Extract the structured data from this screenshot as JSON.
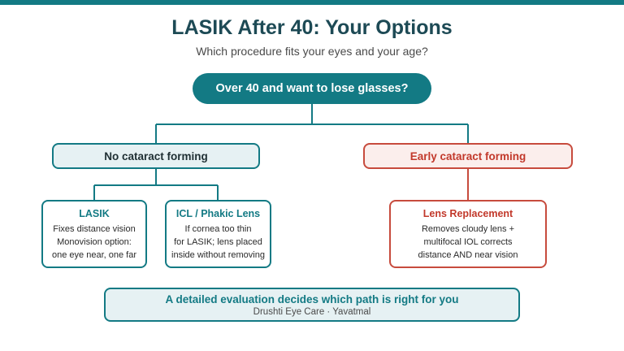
{
  "header": {
    "title": "LASIK After 40: Your Options",
    "subtitle": "Which procedure fits your eyes and your age?"
  },
  "root_question": "Over 40 and want to lose glasses?",
  "branches": [
    {
      "label": "No cataract forming",
      "options": [
        {
          "title": "LASIK",
          "lines": [
            "Fixes distance vision",
            "Monovision option:",
            "one eye near, one far"
          ]
        },
        {
          "title": "ICL / Phakic Lens",
          "lines": [
            "If cornea too thin",
            "for LASIK; lens placed",
            "inside without removing"
          ]
        }
      ]
    },
    {
      "label": "Early cataract forming",
      "options": [
        {
          "title": "Lens Replacement",
          "lines": [
            "Removes cloudy lens +",
            "multifocal IOL corrects",
            "distance AND near vision"
          ]
        }
      ]
    }
  ],
  "footer": {
    "message": "A detailed evaluation decides which path is right for you",
    "credit": "Drushti Eye Care · Yavatmal"
  },
  "colors": {
    "teal": "#137a84",
    "teal_light": "#e6f1f3",
    "red": "#c74b3d",
    "red_light": "#fbeeec",
    "title": "#1d4a55"
  }
}
